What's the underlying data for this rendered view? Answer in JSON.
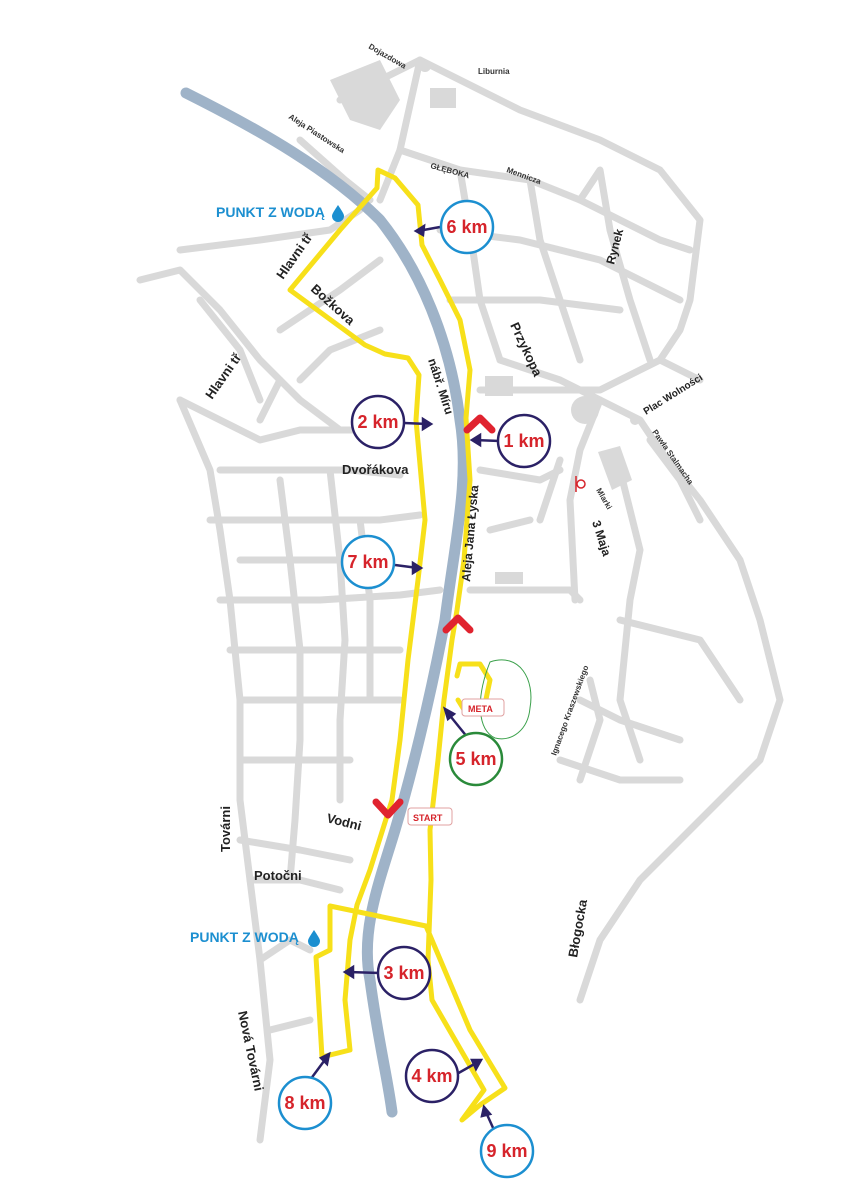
{
  "colors": {
    "route": "#f7e01a",
    "river": "#9fb3c8",
    "street": "#d9d9d9",
    "km_text": "#d6242b",
    "marker_purple": "#2b2166",
    "marker_blue": "#1c8fd0",
    "marker_green": "#2a8a3a",
    "water": "#1c8fd0",
    "chevron": "#e0232f"
  },
  "streets": {
    "dojazdowa": "Dojazdowa",
    "liburnia": "Liburnia",
    "aleja_piastowska": "Aleja Piastowska",
    "gleboka": "GŁĘBOKA",
    "mennicza": "Mennicza",
    "rynek": "Rynek",
    "hlavni_tr_1": "Hlavni tř",
    "bozkova": "Božkova",
    "przykopa": "Przykopa",
    "plac_wolnosci": "Plac Wolności",
    "pawla_stalmacha": "Pawła Stalmacha",
    "hlavni_tr_2": "Hlavni tř",
    "nabr_miru": "nábř. Míru",
    "aleja_jana_lyska": "Aleja Jana Łyska",
    "dvorakova": "Dvořákova",
    "mlarki": "Mlarki",
    "trzeci_maja": "3 Maja",
    "kraszewskiego": "Ignacego Kraszewskiego",
    "tovarni": "Továrni",
    "vodni": "Vodni",
    "potocni": "Potočni",
    "blogocka": "Błogocka",
    "nova_tovarni": "Nová Továrni"
  },
  "markers": {
    "km1": "1 km",
    "km2": "2 km",
    "km3": "3 km",
    "km4": "4 km",
    "km5": "5 km",
    "km6": "6 km",
    "km7": "7 km",
    "km8": "8 km",
    "km9": "9 km"
  },
  "water_points": {
    "north": "PUNKT Z WODĄ",
    "south": "PUNKT Z WODĄ"
  },
  "tags": {
    "meta": "META",
    "start": "START"
  }
}
